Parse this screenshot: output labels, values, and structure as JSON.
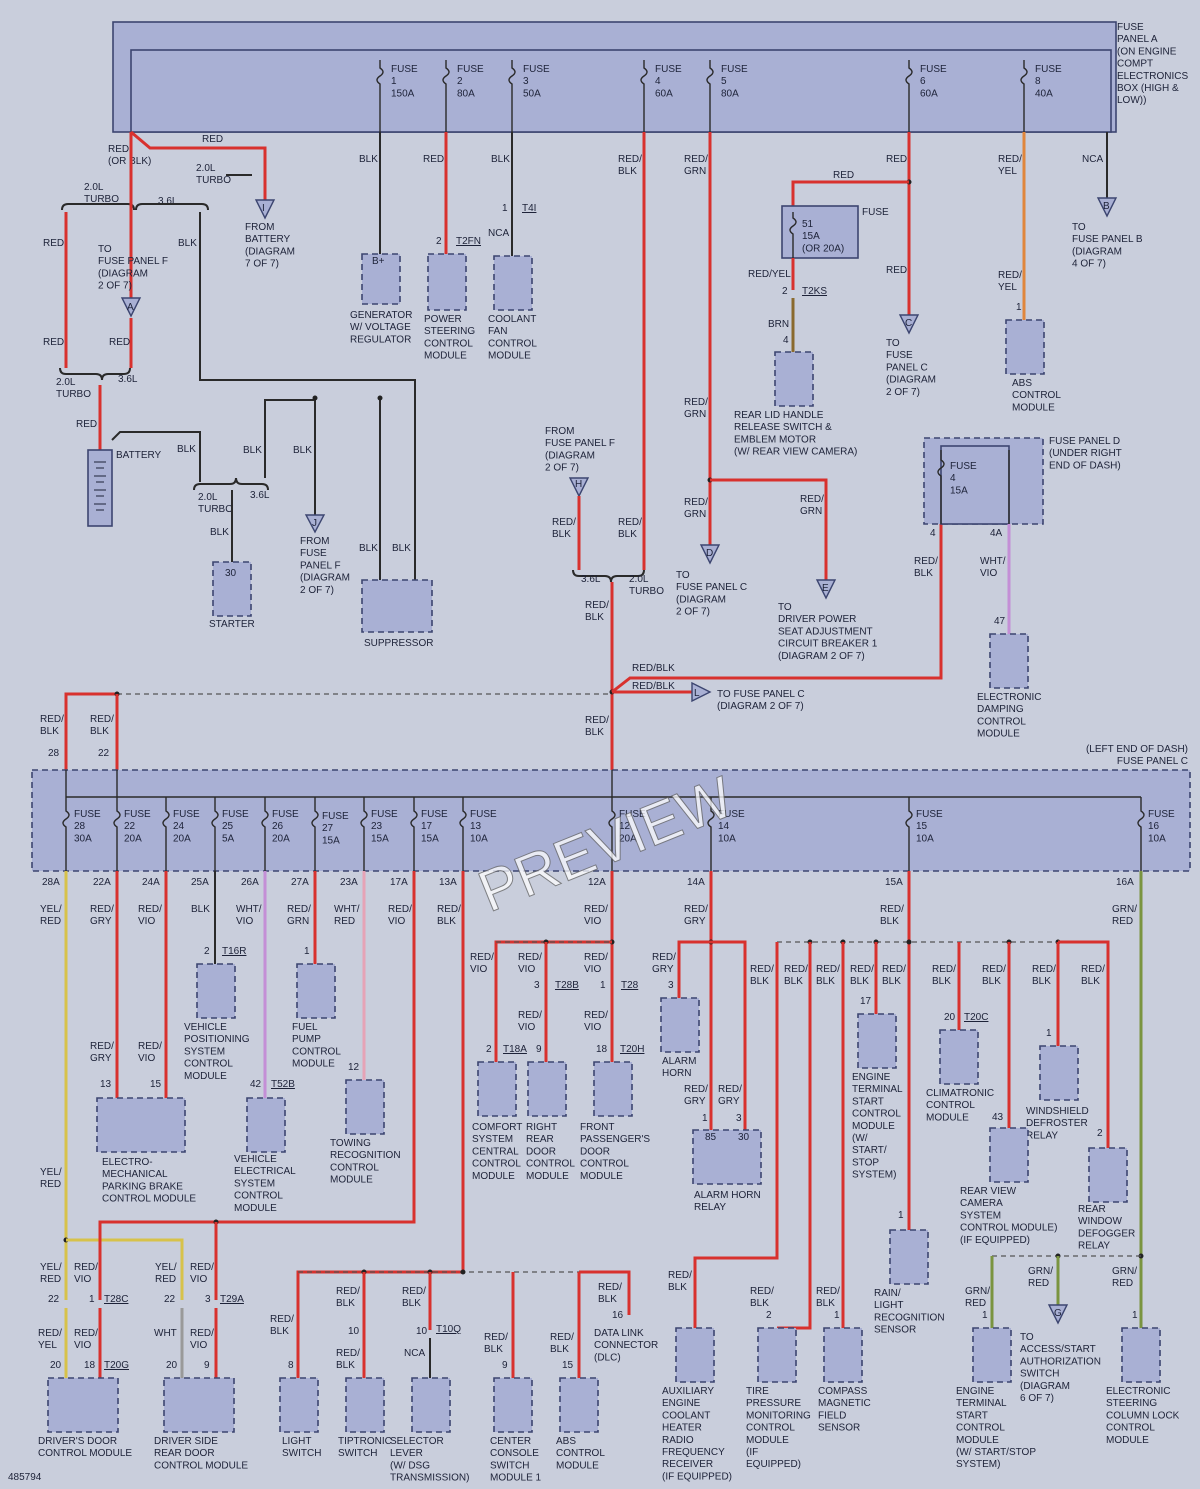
{
  "fuse_panel_a": {
    "label": [
      "FUSE",
      "PANEL A",
      "(ON ENGINE",
      "COMPT",
      "ELECTRONICS",
      "BOX (HIGH &",
      "LOW))"
    ],
    "fuses": [
      {
        "lines": [
          "FUSE",
          "1",
          "150A"
        ]
      },
      {
        "lines": [
          "FUSE",
          "2",
          "80A"
        ]
      },
      {
        "lines": [
          "FUSE",
          "3",
          "50A"
        ]
      },
      {
        "lines": [
          "FUSE",
          "4",
          "60A"
        ]
      },
      {
        "lines": [
          "FUSE",
          "5",
          "80A"
        ]
      },
      {
        "lines": [
          "FUSE",
          "6",
          "60A"
        ]
      },
      {
        "lines": [
          "FUSE",
          "8",
          "40A"
        ]
      }
    ]
  },
  "fuse_panel_c": {
    "label": [
      "(LEFT END OF DASH)",
      "FUSE PANEL C"
    ],
    "fuses": [
      {
        "lines": [
          "FUSE",
          "28",
          "30A"
        ]
      },
      {
        "lines": [
          "FUSE",
          "22",
          "20A"
        ]
      },
      {
        "lines": [
          "FUSE",
          "24",
          "20A"
        ]
      },
      {
        "lines": [
          "FUSE",
          "25",
          "5A"
        ]
      },
      {
        "lines": [
          "FUSE",
          "26",
          "20A"
        ]
      },
      {
        "lines": [
          "FUSE",
          "27",
          "15A"
        ]
      },
      {
        "lines": [
          "FUSE",
          "23",
          "15A"
        ]
      },
      {
        "lines": [
          "FUSE",
          "17",
          "15A"
        ]
      },
      {
        "lines": [
          "FUSE",
          "13",
          "10A"
        ]
      },
      {
        "lines": [
          "FUSE",
          "12",
          "20A"
        ]
      },
      {
        "lines": [
          "FUSE",
          "14",
          "10A"
        ]
      },
      {
        "lines": [
          "FUSE",
          "15",
          "10A"
        ]
      },
      {
        "lines": [
          "FUSE",
          "16",
          "10A"
        ]
      }
    ]
  },
  "fuse_panel_d": {
    "label": [
      "FUSE PANEL D",
      "(UNDER RIGHT",
      "END OF DASH)"
    ],
    "fuse": [
      "FUSE",
      "4",
      "15A"
    ]
  },
  "fuse_51": {
    "lines": [
      "51",
      "15A",
      "(OR 20A)"
    ],
    "label": "FUSE"
  },
  "components": {
    "generator": [
      "GENERATOR",
      "W/ VOLTAGE",
      "REGULATOR"
    ],
    "generator_pin": "B+",
    "power_steering": [
      "POWER",
      "STEERING",
      "CONTROL",
      "MODULE"
    ],
    "coolant_fan": [
      "COOLANT",
      "FAN",
      "CONTROL",
      "MODULE"
    ],
    "rear_lid": [
      "REAR LID HANDLE",
      "RELEASE SWITCH &",
      "EMBLEM MOTOR",
      "(W/ REAR VIEW CAMERA)"
    ],
    "abs_top": [
      "ABS",
      "CONTROL",
      "MODULE"
    ],
    "starter": "STARTER",
    "starter_pin": "30",
    "suppressor": "SUPPRESSOR",
    "battery": "BATTERY",
    "electronic_damping": [
      "ELECTRONIC",
      "DAMPING",
      "CONTROL",
      "MODULE"
    ],
    "vehicle_positioning": [
      "VEHICLE",
      "POSITIONING",
      "SYSTEM",
      "CONTROL",
      "MODULE"
    ],
    "fuel_pump": [
      "FUEL",
      "PUMP",
      "CONTROL",
      "MODULE"
    ],
    "parking_brake": [
      "ELECTRO-",
      "MECHANICAL",
      "PARKING BRAKE",
      "CONTROL MODULE"
    ],
    "vehicle_electrical": [
      "VEHICLE",
      "ELECTRICAL",
      "SYSTEM",
      "CONTROL",
      "MODULE"
    ],
    "towing": [
      "TOWING",
      "RECOGNITION",
      "CONTROL",
      "MODULE"
    ],
    "comfort": [
      "COMFORT",
      "SYSTEM",
      "CENTRAL",
      "CONTROL",
      "MODULE"
    ],
    "right_rear_door": [
      "RIGHT",
      "REAR",
      "DOOR",
      "CONTROL",
      "MODULE"
    ],
    "front_passenger_door": [
      "FRONT",
      "PASSENGER'S",
      "DOOR",
      "CONTROL",
      "MODULE"
    ],
    "alarm_horn": [
      "ALARM",
      "HORN"
    ],
    "alarm_horn_relay": [
      "ALARM HORN",
      "RELAY"
    ],
    "alarm_relay_pins": [
      "85",
      "30"
    ],
    "engine_terminal_start_a": [
      "ENGINE",
      "TERMINAL",
      "START",
      "CONTROL",
      "MODULE",
      "(W/",
      "START/",
      "STOP",
      "SYSTEM)"
    ],
    "climatronic": [
      "CLIMATRONIC",
      "CONTROL",
      "MODULE"
    ],
    "windshield_defroster": [
      "WINDSHIELD",
      "DEFROSTER",
      "RELAY"
    ],
    "rear_view_camera": [
      "REAR VIEW",
      "CAMERA",
      "SYSTEM",
      "CONTROL MODULE)",
      "(IF EQUIPPED)"
    ],
    "rear_window_defogger": [
      "REAR",
      "WINDOW",
      "DEFOGGER",
      "RELAY"
    ],
    "rain_light": [
      "RAIN/",
      "LIGHT",
      "RECOGNITION",
      "SENSOR"
    ],
    "drivers_door": [
      "DRIVER'S DOOR",
      "CONTROL MODULE"
    ],
    "driver_side_rear_door": [
      "DRIVER SIDE",
      "REAR DOOR",
      "CONTROL MODULE"
    ],
    "light_switch": [
      "LIGHT",
      "SWITCH"
    ],
    "tiptronic": [
      "TIPTRONIC",
      "SWITCH"
    ],
    "selector_lever": [
      "SELECTOR",
      "LEVER",
      "(W/ DSG",
      "TRANSMISSION)"
    ],
    "center_console": [
      "CENTER",
      "CONSOLE",
      "SWITCH",
      "MODULE 1"
    ],
    "abs_bottom": [
      "ABS",
      "CONTROL",
      "MODULE"
    ],
    "data_link": [
      "DATA LINK",
      "CONNECTOR",
      "(DLC)"
    ],
    "aux_heater": [
      "AUXILIARY",
      "ENGINE",
      "COOLANT",
      "HEATER",
      "RADIO",
      "FREQUENCY",
      "RECEIVER",
      "(IF EQUIPPED)"
    ],
    "tire_pressure": [
      "TIRE",
      "PRESSURE",
      "MONITORING",
      "CONTROL",
      "MODULE",
      "(IF",
      "EQUIPPED)"
    ],
    "compass": [
      "COMPASS",
      "MAGNETIC",
      "FIELD",
      "SENSOR"
    ],
    "engine_terminal_start_b": [
      "ENGINE",
      "TERMINAL",
      "START",
      "CONTROL",
      "MODULE",
      "(W/ START/STOP",
      "SYSTEM)"
    ],
    "steering_column_lock": [
      "ELECTRONIC",
      "STEERING",
      "COLUMN LOCK",
      "CONTROL",
      "MODULE"
    ]
  },
  "references": {
    "to_fuse_panel_f_a": [
      "TO",
      "FUSE PANEL F",
      "(DIAGRAM",
      "2 OF 7)"
    ],
    "from_battery_i": [
      "FROM",
      "BATTERY",
      "(DIAGRAM",
      "7 OF 7)"
    ],
    "to_fuse_panel_b": [
      "TO",
      "FUSE PANEL B",
      "(DIAGRAM",
      "4 OF 7)"
    ],
    "to_fuse_panel_c_c": [
      "TO",
      "FUSE",
      "PANEL C",
      "(DIAGRAM",
      "2 OF 7)"
    ],
    "from_fuse_panel_f_j": [
      "FROM",
      "FUSE",
      "PANEL F",
      "(DIAGRAM",
      "2 OF 7)"
    ],
    "from_fuse_panel_f_h": [
      "FROM",
      "FUSE PANEL F",
      "(DIAGRAM",
      "2 OF 7)"
    ],
    "to_fuse_panel_c_d": [
      "TO",
      "FUSE PANEL C",
      "(DIAGRAM",
      "2 OF 7)"
    ],
    "to_driver_power_seat": [
      "TO",
      "DRIVER POWER",
      "SEAT ADJUSTMENT",
      "CIRCUIT BREAKER 1",
      "(DIAGRAM 2 OF 7)"
    ],
    "to_fuse_panel_c_l": [
      "TO FUSE PANEL C",
      "(DIAGRAM 2 OF 7)"
    ],
    "to_access_start": [
      "TO",
      "ACCESS/START",
      "AUTHORIZATION",
      "SWITCH",
      "(DIAGRAM",
      "6 OF 7)"
    ]
  },
  "ref_letters": {
    "a": "A",
    "i": "I",
    "b": "B",
    "c": "C",
    "j": "J",
    "h": "H",
    "d": "D",
    "e": "E",
    "l": "L",
    "g": "G"
  },
  "variants": {
    "turbo": [
      "2.0L",
      "TURBO"
    ],
    "v6": "3.6L",
    "turbo_short": "2.0L"
  },
  "connectors": {
    "t4i": "T4I",
    "t2fn": "T2FN",
    "t2ks": "T2KS",
    "t16r": "T16R",
    "t52b": "T52B",
    "t18a": "T18A",
    "t28b": "T28B",
    "t28": "T28",
    "t20h": "T20H",
    "t20c": "T20C",
    "t28c": "T28C",
    "t29a": "T29A",
    "t20g": "T20G",
    "t10q": "T10Q"
  },
  "wire_colors": {
    "red": "RED",
    "blk": "BLK",
    "red_blk": [
      "RED/",
      "BLK"
    ],
    "red_grn": [
      "RED/",
      "GRN"
    ],
    "red_yel": [
      "RED/",
      "YEL"
    ],
    "red_vio": [
      "RED/",
      "VIO"
    ],
    "red_gry": [
      "RED/",
      "GRY"
    ],
    "yel_red": [
      "YEL/",
      "RED"
    ],
    "wht_vio": [
      "WHT/",
      "VIO"
    ],
    "wht_red": [
      "WHT/",
      "RED"
    ],
    "grn_red": [
      "GRN/",
      "RED"
    ],
    "red_or_blk": [
      "RED",
      "(OR BLK)"
    ],
    "red_yel_inline": "RED/YEL",
    "red_blk_inline": "RED/BLK",
    "brn": "BRN",
    "nca": "NCA",
    "wht": "WHT"
  },
  "watermark": "PREVIEW",
  "doc_id": "485794",
  "colors": {
    "panel": "#a9b0d4",
    "background": "#c9cedc",
    "red_wire": "#d8312e",
    "yellow_wire": "#d7c24a",
    "orange_wire": "#e0863c",
    "violet_wire": "#c48fd6",
    "green_wire": "#7a9440",
    "brown_wire": "#8a6a2e"
  }
}
